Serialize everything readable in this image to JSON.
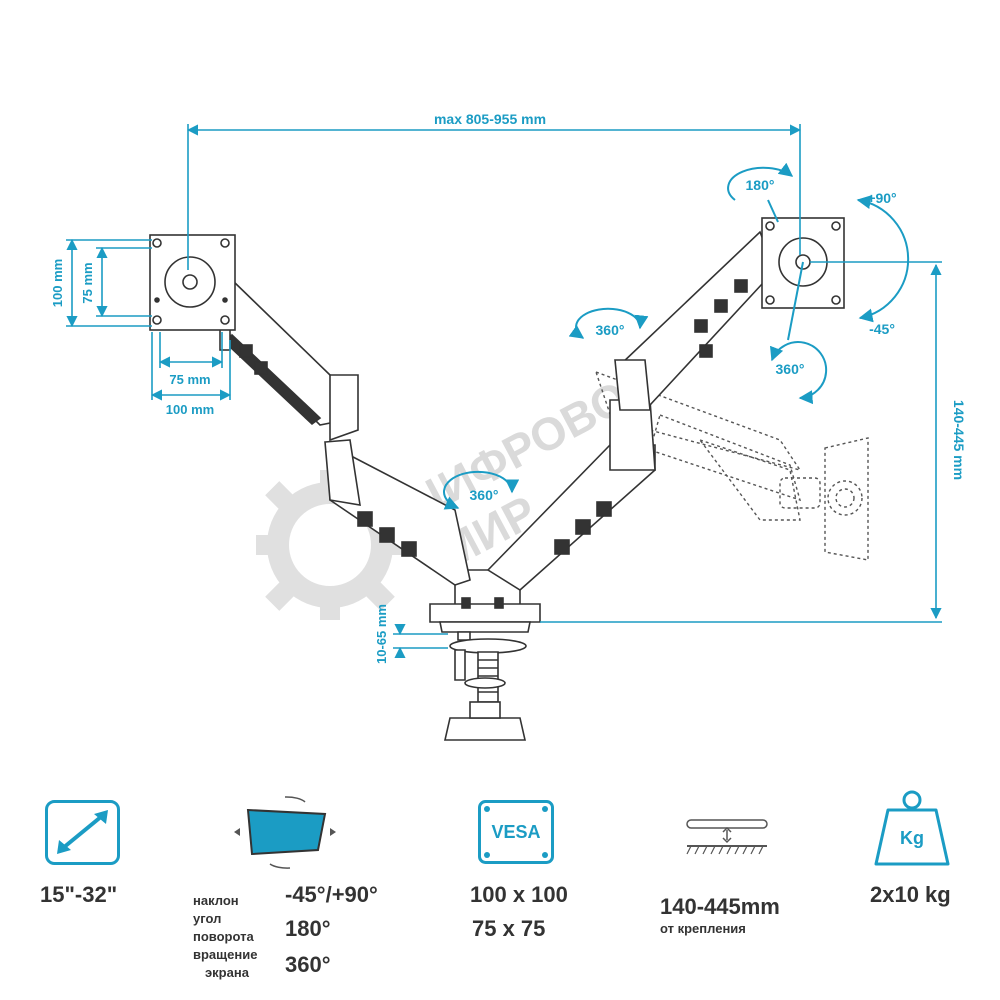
{
  "dimensions": {
    "max_reach": "max 805-955 mm",
    "vesa_h_100": "100 mm",
    "vesa_h_75": "75 mm",
    "vesa_w_75": "75 mm",
    "vesa_w_100": "100 mm",
    "height_range": "140-445 mm",
    "clamp_range": "10-65 mm"
  },
  "rotations": {
    "head_swivel_top": "180°",
    "tilt_up": "+90°",
    "tilt_down": "-45°",
    "screen_rotate": "360°",
    "joint_upper": "360°",
    "joint_center": "360°"
  },
  "watermark": {
    "line1": "ЦИФРОВОЙ",
    "line2": "МИР"
  },
  "specs": {
    "screen_size": "15\"-32\"",
    "tilt_label": "наклон",
    "tilt_value": "-45°/+90°",
    "swivel_label_1": "угол",
    "swivel_label_2": "поворота",
    "swivel_value": "180°",
    "rotation_label_1": "вращение",
    "rotation_label_2": "экрана",
    "rotation_value": "360°",
    "vesa_badge": "VESA",
    "vesa_1": "100 x 100",
    "vesa_2": "75 x 75",
    "height_value": "140-445mm",
    "height_note": "от крепления",
    "weight_badge": "Kg",
    "weight_value": "2x10 kg"
  },
  "colors": {
    "accent": "#1b9cc4",
    "line": "#333333"
  }
}
